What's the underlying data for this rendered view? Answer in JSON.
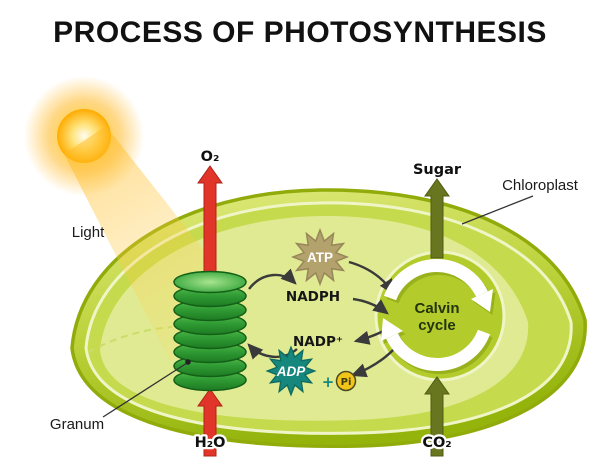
{
  "title": "PROCESS OF PHOTOSYNTHESIS",
  "labels": {
    "light": "Light",
    "chloroplast": "Chloroplast",
    "granum": "Granum",
    "o2": "O₂",
    "h2o": "H₂O",
    "sugar": "Sugar",
    "co2": "CO₂",
    "nadph": "NADPH",
    "nadp_plus": "NADP⁺",
    "atp": "ATP",
    "adp": "ADP",
    "plus": "+",
    "pi": "Pi",
    "calvin_line1": "Calvin",
    "calvin_line2": "cycle"
  },
  "colors": {
    "red_arrow": "#e1352a",
    "olive_arrow": "#68761f",
    "atp_burst": "#b4a26c",
    "adp_burst": "#15877c",
    "pi_circle": "#f3c519",
    "chloroplast_body": "#b7cd33",
    "stroma": "#e0ea92",
    "granum_green": "#2f9a33",
    "sun_yellow": "#ffc337",
    "calvin_arrow": "#ffffff"
  }
}
